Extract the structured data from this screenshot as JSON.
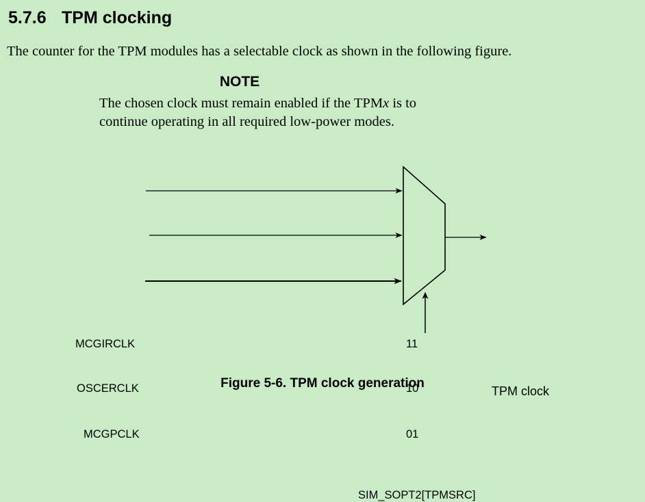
{
  "page": {
    "background_color": "#c9ecc6",
    "text_color": "#000000"
  },
  "heading": {
    "number": "5.7.6",
    "title": "TPM clocking"
  },
  "intro": {
    "paragraph": "The counter for the TPM modules has a selectable clock as shown in the following figure."
  },
  "note": {
    "title": "NOTE",
    "line1_before_italic": "The chosen clock must remain enabled if the TPM",
    "line1_italic": "x",
    "line1_after_italic": " is to",
    "line2": "continue operating in all required low-power modes."
  },
  "figure": {
    "inputs": [
      {
        "label": "MCGIRCLK",
        "port": "11"
      },
      {
        "label": "OSCERCLK",
        "port": "10"
      },
      {
        "label": "MCGPCLK",
        "port": "01"
      }
    ],
    "output_label": "TPM clock",
    "select_label": "SIM_SOPT2[TPMSRC]",
    "mux_shape": "trapezoid-multiplexer",
    "line_color": "#000000"
  },
  "caption": {
    "text": "Figure 5-6. TPM clock generation"
  }
}
